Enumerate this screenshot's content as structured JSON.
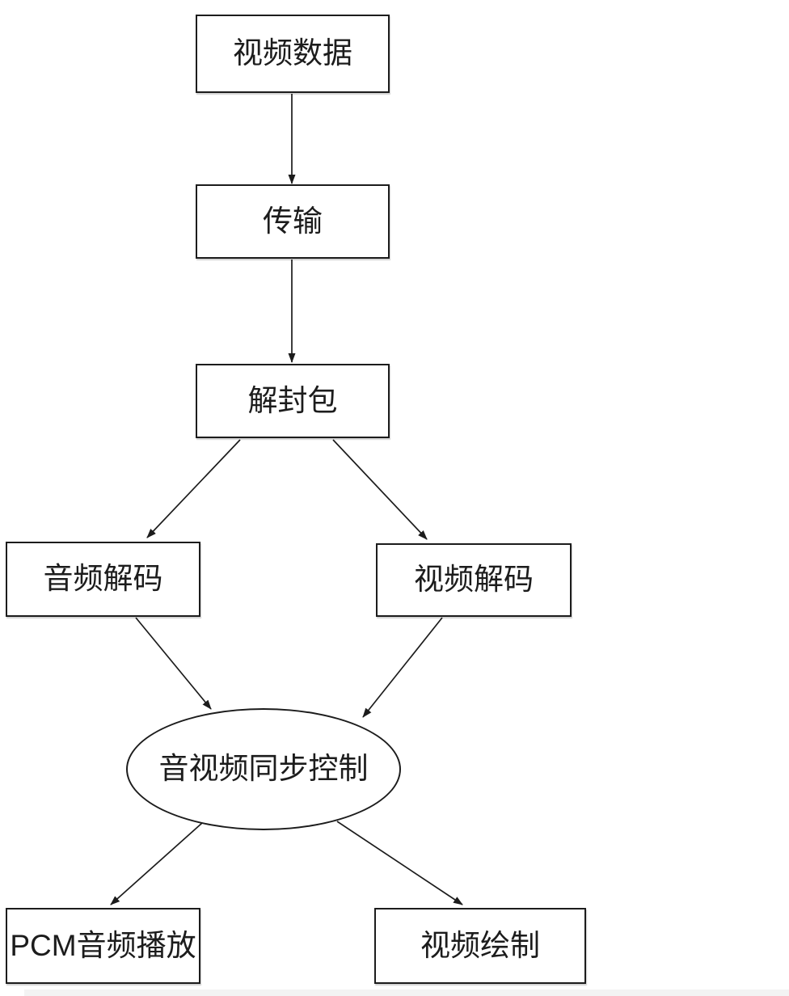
{
  "diagram": {
    "type": "flowchart",
    "language": "zh-CN",
    "colors": {
      "background": "#ffffff",
      "stroke": "#1c1c1c",
      "text": "#1c1c1c",
      "bottom_strip": "#f3f3f3"
    },
    "nodes": {
      "video_data": {
        "label": "视频数据",
        "shape": "rect"
      },
      "transmission": {
        "label": "传输",
        "shape": "rect"
      },
      "demux": {
        "label": "解封包",
        "shape": "rect"
      },
      "audio_decode": {
        "label": "音频解码",
        "shape": "rect"
      },
      "video_decode": {
        "label": "视频解码",
        "shape": "rect"
      },
      "av_sync": {
        "label": "音视频同步控制",
        "shape": "ellipse"
      },
      "pcm_playback": {
        "label": "PCM音频播放",
        "shape": "rect"
      },
      "video_draw": {
        "label": "视频绘制",
        "shape": "rect"
      }
    },
    "edges": [
      {
        "from": "video_data",
        "to": "transmission",
        "arrow": "filled-triangle"
      },
      {
        "from": "transmission",
        "to": "demux",
        "arrow": "filled-triangle"
      },
      {
        "from": "demux",
        "to": "audio_decode",
        "arrow": "filled-triangle"
      },
      {
        "from": "demux",
        "to": "video_decode",
        "arrow": "filled-triangle"
      },
      {
        "from": "audio_decode",
        "to": "av_sync",
        "arrow": "filled-triangle"
      },
      {
        "from": "video_decode",
        "to": "av_sync",
        "arrow": "filled-triangle"
      },
      {
        "from": "av_sync",
        "to": "pcm_playback",
        "arrow": "filled-triangle"
      },
      {
        "from": "av_sync",
        "to": "video_draw",
        "arrow": "filled-triangle"
      }
    ]
  }
}
